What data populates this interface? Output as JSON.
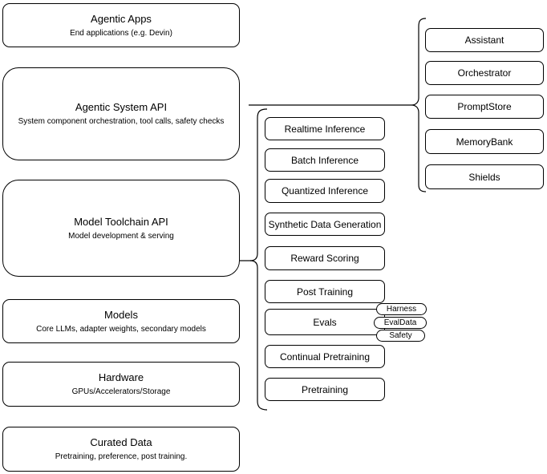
{
  "left_stack": [
    {
      "title": "Agentic Apps",
      "subtitle": "End applications (e.g. Devin)"
    },
    {
      "title": "Agentic System API",
      "subtitle": "System component orchestration, tool calls, safety checks"
    },
    {
      "title": "Model Toolchain API",
      "subtitle": "Model development & serving"
    },
    {
      "title": "Models",
      "subtitle": "Core LLMs, adapter weights, secondary models"
    },
    {
      "title": "Hardware",
      "subtitle": "GPUs/Accelerators/Storage"
    },
    {
      "title": "Curated Data",
      "subtitle": "Pretraining, preference, post training."
    }
  ],
  "toolchain_services": [
    "Realtime Inference",
    "Batch Inference",
    "Quantized Inference",
    "Synthetic Data Generation",
    "Reward Scoring",
    "Post Training",
    "Evals",
    "Continual Pretraining",
    "Pretraining"
  ],
  "eval_badges": [
    "Harness",
    "EvalData",
    "Safety"
  ],
  "system_components": [
    "Assistant",
    "Orchestrator",
    "PromptStore",
    "MemoryBank",
    "Shields"
  ],
  "colors": {
    "stroke": "#000000",
    "fill": "#ffffff",
    "background": "#ffffff"
  }
}
